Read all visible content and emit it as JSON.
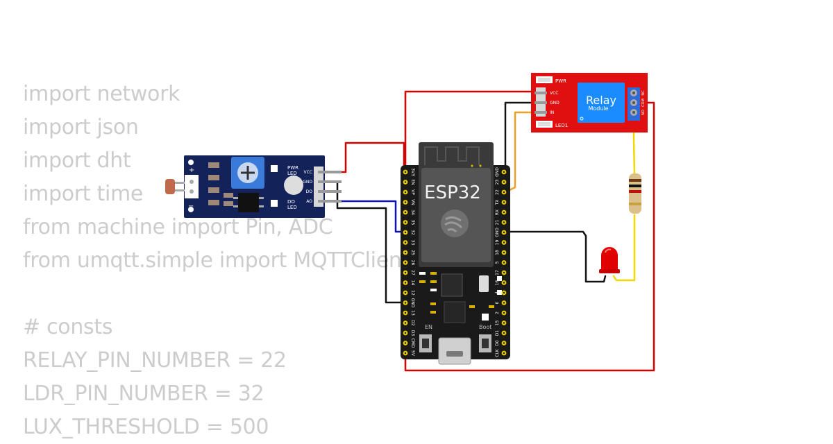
{
  "code_lines": [
    "import network",
    "import json",
    "import dht",
    "import time",
    "from machine import Pin, ADC",
    "from umqtt.simple import MQTTClient",
    "",
    "# consts",
    "RELAY_PIN_NUMBER = 22",
    "LDR_PIN_NUMBER = 32",
    "LUX_THRESHOLD = 500"
  ],
  "esp32": {
    "label": "ESP32",
    "en_label": "EN",
    "boot_label": "Boot",
    "left_pins": [
      "3V3",
      "EN",
      "VP",
      "VN",
      "34",
      "35",
      "32",
      "33",
      "25",
      "26",
      "27",
      "14",
      "12",
      "GND",
      "13",
      "D2",
      "D3",
      "CMD",
      "5V"
    ],
    "right_pins": [
      "GND",
      "23",
      "22",
      "TX",
      "RX",
      "21",
      "GND",
      "19",
      "18",
      "5",
      "17",
      "16",
      "4",
      "0",
      "2",
      "15",
      "D1",
      "D0",
      "CLK"
    ]
  },
  "ldr_module": {
    "pins": [
      "VCC",
      "GND",
      "DO",
      "AO"
    ],
    "pwr_led": [
      "PWR",
      "LED"
    ],
    "do_led": [
      "DO",
      "LED"
    ],
    "plus": "+",
    "minus": "−"
  },
  "relay_module": {
    "title": "Relay",
    "subtitle": "Module",
    "pins": [
      "VCC",
      "GND",
      "IN"
    ],
    "pwr_label": "PWR",
    "led_label": "LED1",
    "out_pins": [
      "NO",
      "COM",
      "NC"
    ]
  },
  "colors": {
    "wire_red": "#d40000",
    "wire_black": "#111111",
    "wire_blue": "#1010c0",
    "wire_orange": "#f0a020",
    "wire_yellow": "#f0d800",
    "relay_board": "#e01010",
    "relay_block": "#1a8cff",
    "esp_board": "#1a1a1a",
    "ldr_board": "#13235a"
  }
}
